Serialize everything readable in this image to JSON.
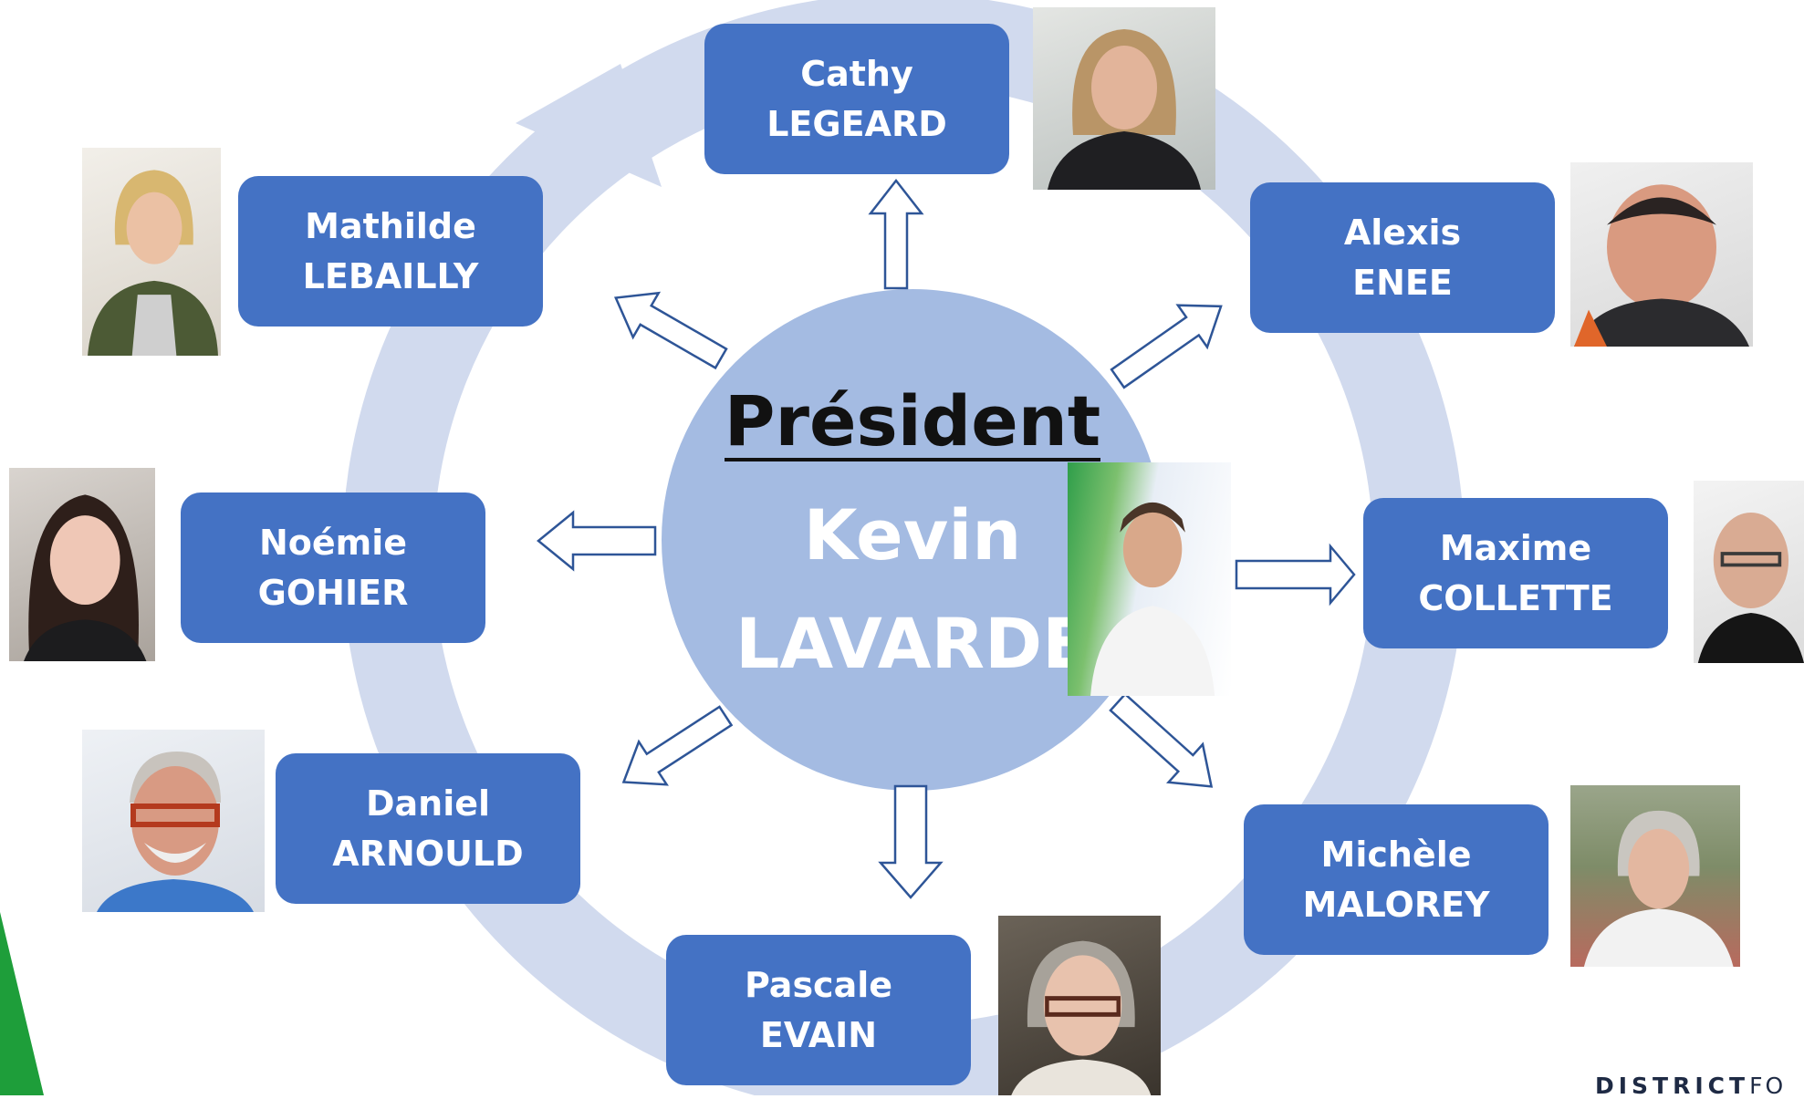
{
  "center": {
    "title": "Président",
    "first": "Kevin",
    "last": "LAVARDE"
  },
  "members": [
    {
      "id": "legeard",
      "first": "Cathy",
      "last": "LEGEARD"
    },
    {
      "id": "enee",
      "first": "Alexis",
      "last": "ENEE"
    },
    {
      "id": "collette",
      "first": "Maxime",
      "last": "COLLETTE"
    },
    {
      "id": "malorey",
      "first": "Michèle",
      "last": "MALOREY"
    },
    {
      "id": "evain",
      "first": "Pascale",
      "last": "EVAIN"
    },
    {
      "id": "arnould",
      "first": "Daniel",
      "last": "ARNOULD"
    },
    {
      "id": "gohier",
      "first": "Noémie",
      "last": "GOHIER"
    },
    {
      "id": "lebailly",
      "first": "Mathilde",
      "last": "LEBAILLY"
    }
  ],
  "footer": {
    "brand_bold": "DISTRICT",
    "brand_thin": "FO"
  },
  "colors": {
    "box": "#4472c4",
    "center_circle": "#a4bbe2",
    "ring": "#d1daee",
    "arrow_stroke": "#2e5597",
    "green_accent": "#1e9e3a"
  },
  "icons": {
    "arrow": "hollow-arrow-icon",
    "photo": "portrait-photo"
  }
}
